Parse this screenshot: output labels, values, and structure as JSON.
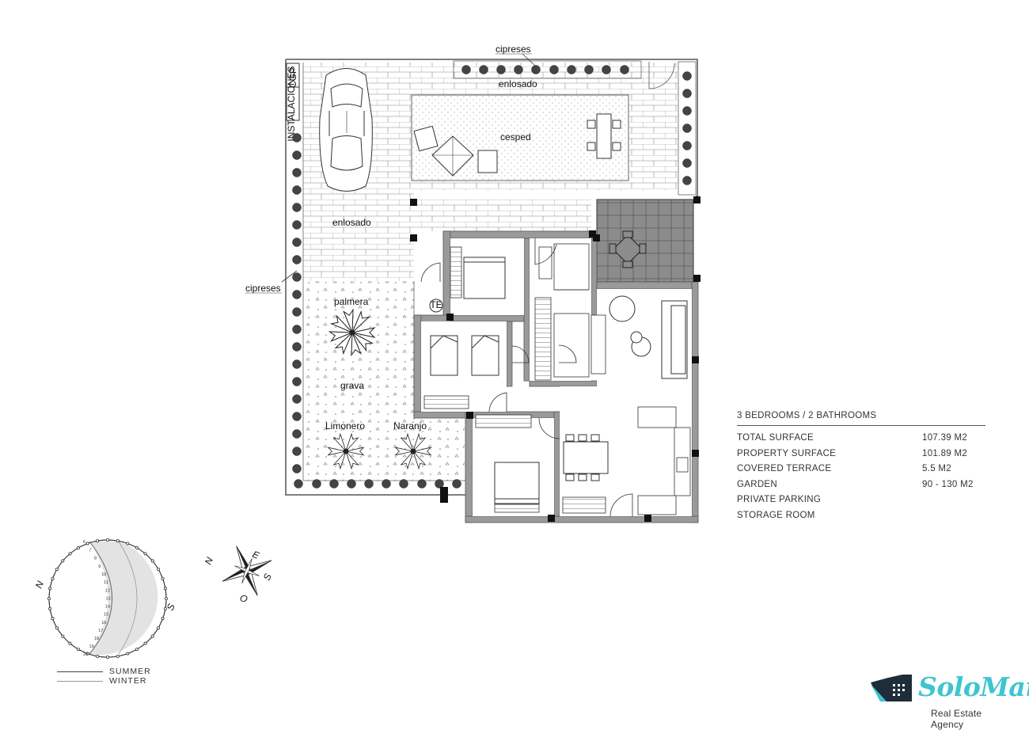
{
  "labels": {
    "cipreses_top": "cipreses",
    "cipreses_left": "cipreses",
    "enlosado_top": "enlosado",
    "enlosado_mid": "enlosado",
    "cesped": "cesped",
    "palmera": "palmera",
    "grava": "grava",
    "limonero": "Limonero",
    "naranjo": "Naranjo",
    "cgp": "CGP",
    "instalaciones": "INSTALACIONES",
    "te": "TE"
  },
  "specs": {
    "heading": "3 BEDROOMS / 2 BATHROOMS",
    "rows": [
      {
        "label": "TOTAL SURFACE",
        "value": "107.39 M2"
      },
      {
        "label": "PROPERTY SURFACE",
        "value": "101.89 M2"
      },
      {
        "label": "COVERED TERRACE",
        "value": "5.5 M2"
      },
      {
        "label": "GARDEN",
        "value": "90 - 130 M2"
      },
      {
        "label": "PRIVATE PARKING",
        "value": ""
      },
      {
        "label": "STORAGE ROOM",
        "value": ""
      }
    ]
  },
  "sun_chart": {
    "north": "N",
    "south": "S",
    "hours": [
      "6",
      "7",
      "8",
      "9",
      "10",
      "11",
      "12",
      "13",
      "14",
      "15",
      "16",
      "17",
      "18",
      "19",
      "20"
    ]
  },
  "compass": {
    "n": "N",
    "e": "E",
    "s": "S",
    "o": "O"
  },
  "legend": {
    "summer": "SUMMER",
    "winter": "WINTER"
  },
  "brand": {
    "name": "SoloMar",
    "tagline": "Real Estate Agency"
  },
  "colors": {
    "brand_accent": "#3ec6d0",
    "terrace_tile": "#8a8a8a",
    "wall": "#9a9a9a"
  }
}
